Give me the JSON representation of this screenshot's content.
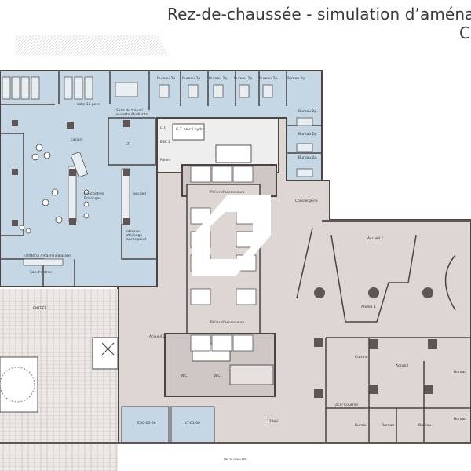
{
  "header": {
    "title": "Rez-de-chaussée - simulation d’aménagement",
    "title_line2": "C"
  },
  "colors": {
    "student_zone": "#c5d7e5",
    "public_zone": "#ddd6d3",
    "wall": "#4a4443",
    "column": "#5e5654"
  },
  "plan": {
    "rooms": {
      "salle_15": "salle 15 pers",
      "salle_travail": "Salle de travail",
      "salle_travail_2": "ouverte étudiants",
      "casiers": "casiers",
      "lt": "LT",
      "rencontres": "Rencontres",
      "echanges": "Échanges",
      "accueil_left": "accueil",
      "reserve": "réserve",
      "stockage": "stockage",
      "accueil_prive": "accès privé",
      "cafeteria": "cafétéria / machines",
      "casiers_bottom": "casiers",
      "sas": "Sas d'entrée",
      "bureau_2p": "Bureau 2p.",
      "lt_small": "L.T.",
      "gt_elec": "G.T. elec / hydro",
      "esc": "ESC 2",
      "palier": "Palier",
      "palier_asc": "Palier d'ascenseurs",
      "conciergerie": "Conciergerie",
      "accueil_1": "Accueil 1",
      "atelier_1": "Atelier 1",
      "accueil_2": "Accueil 2",
      "accueil": "Accueil",
      "cuisine": "Cuisine",
      "local_courrier": "Local Courrier",
      "bureau": "Bureau",
      "wc": "W.C.",
      "esc_bottom": "ESC-00-06",
      "lt_bottom": "LT-01-00",
      "surface": "129m²",
      "entree": "ENTRÉE",
      "footer_note": "Plan de niveau RDC"
    }
  }
}
